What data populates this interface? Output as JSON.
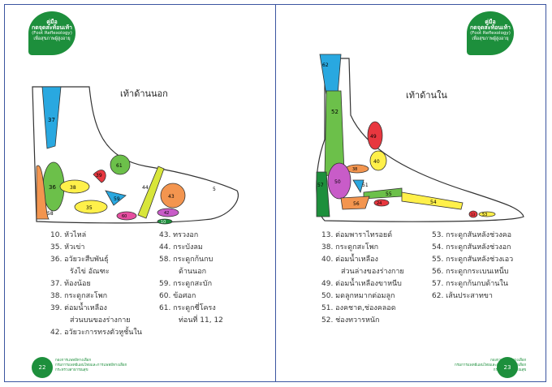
{
  "badge": {
    "line1": "คู่มือ",
    "line2": "กดจุดสะท้อนเท้า",
    "line3": "(Foot Reflexology)",
    "line4": "เพื่อสุขภาพผู้สูงอายุ"
  },
  "left_page": {
    "title": "เท้าด้านนอก",
    "zones": [
      {
        "num": "37",
        "color": "#29a8e0"
      },
      {
        "num": "36",
        "color": "#6cc04a"
      },
      {
        "num": "58",
        "color": "#f3954f"
      },
      {
        "num": "38",
        "color": "#fff04a"
      },
      {
        "num": "39",
        "color": "#e8373f"
      },
      {
        "num": "61",
        "color": "#6cc04a"
      },
      {
        "num": "59",
        "color": "#29a8e0"
      },
      {
        "num": "35",
        "color": "#fff04a"
      },
      {
        "num": "44",
        "color": "#d8e63a"
      },
      {
        "num": "43",
        "color": "#f3954f"
      },
      {
        "num": "42",
        "color": "#c85cc8"
      },
      {
        "num": "60",
        "color": "#e64fa0"
      },
      {
        "num": "10",
        "color": "#1d8f3c"
      },
      {
        "num": "5",
        "color": "#ffffff"
      }
    ],
    "legend_col1": [
      {
        "text": "10. หัวไหล่"
      },
      {
        "text": "35. หัวเข่า"
      },
      {
        "text": "36. อวัยวะสืบพันธุ์"
      },
      {
        "text": "รังไข่ อัณฑะ",
        "indent": true
      },
      {
        "text": "37. ท้องน้อย"
      },
      {
        "text": "38. กระดูกสะโพก"
      },
      {
        "text": "39. ต่อมน้ำเหลือง"
      },
      {
        "text": "ส่วนบนของร่างกาย",
        "indent": true
      },
      {
        "text": "42. อวัยวะการทรงตัวหูชั้นใน"
      }
    ],
    "legend_col2": [
      {
        "text": "43. ทรวงอก"
      },
      {
        "text": "44. กระบังลม"
      },
      {
        "text": "58. กระดูกก้นกบ"
      },
      {
        "text": "ด้านนอก",
        "indent": true
      },
      {
        "text": "59. กระดูกสะบัก"
      },
      {
        "text": "60. ข้อศอก"
      },
      {
        "text": "61. กระดูกซี่โครง"
      },
      {
        "text": "ท่อนที่ 11, 12",
        "indent": true
      }
    ],
    "footer": {
      "line1": "กองการแพทย์ทางเลือก",
      "line2": "กรมการแพทย์แผนไทยและการแพทย์ทางเลือก",
      "line3": "กระทรวงสาธารณสุข"
    },
    "page_number": "22"
  },
  "right_page": {
    "title": "เท้าด้านใน",
    "zones": [
      {
        "num": "62",
        "color": "#29a8e0"
      },
      {
        "num": "52",
        "color": "#6cc04a"
      },
      {
        "num": "49",
        "color": "#e8373f"
      },
      {
        "num": "40",
        "color": "#fff04a"
      },
      {
        "num": "38",
        "color": "#f3954f"
      },
      {
        "num": "57",
        "color": "#1d8f3c"
      },
      {
        "num": "50",
        "color": "#c85cc8"
      },
      {
        "num": "51",
        "color": "#29a8e0"
      },
      {
        "num": "55",
        "color": "#6cc04a"
      },
      {
        "num": "56",
        "color": "#f3954f"
      },
      {
        "num": "24",
        "color": "#e8373f"
      },
      {
        "num": "54",
        "color": "#fff04a"
      },
      {
        "num": "13",
        "color": "#e8373f"
      },
      {
        "num": "53",
        "color": "#fff04a"
      }
    ],
    "legend_col1": [
      {
        "text": "13. ต่อมพาราไทรอยด์"
      },
      {
        "text": "38. กระดูกสะโพก"
      },
      {
        "text": "40. ต่อมน้ำเหลือง"
      },
      {
        "text": "ส่วนล่างของร่างกาย",
        "indent": true
      },
      {
        "text": "49. ต่อมน้ำเหลืองขาหนีบ"
      },
      {
        "text": "50. มดลูกหมากต่อมลูก"
      },
      {
        "text": "51. องคชาต,ช่องคลอด"
      },
      {
        "text": "52. ช่องทวารหนัก"
      }
    ],
    "legend_col2": [
      {
        "text": "53. กระดูกสันหลังช่วงคอ"
      },
      {
        "text": "54. กระดูกสันหลังช่วงอก"
      },
      {
        "text": "55. กระดูกสันหลังช่วงเอว"
      },
      {
        "text": "56. กระดูกกระเบนเหน็บ"
      },
      {
        "text": "57. กระดูกก้นกบด้านใน"
      },
      {
        "text": "62. เส้นประสาทขา"
      }
    ],
    "footer": {
      "line1": "กองการแพทย์ทางเลือก",
      "line2": "กรมการแพทย์แผนไทยและการแพทย์ทางเลือก",
      "line3": "กระทรวงสาธารณสุข"
    },
    "page_number": "23"
  }
}
